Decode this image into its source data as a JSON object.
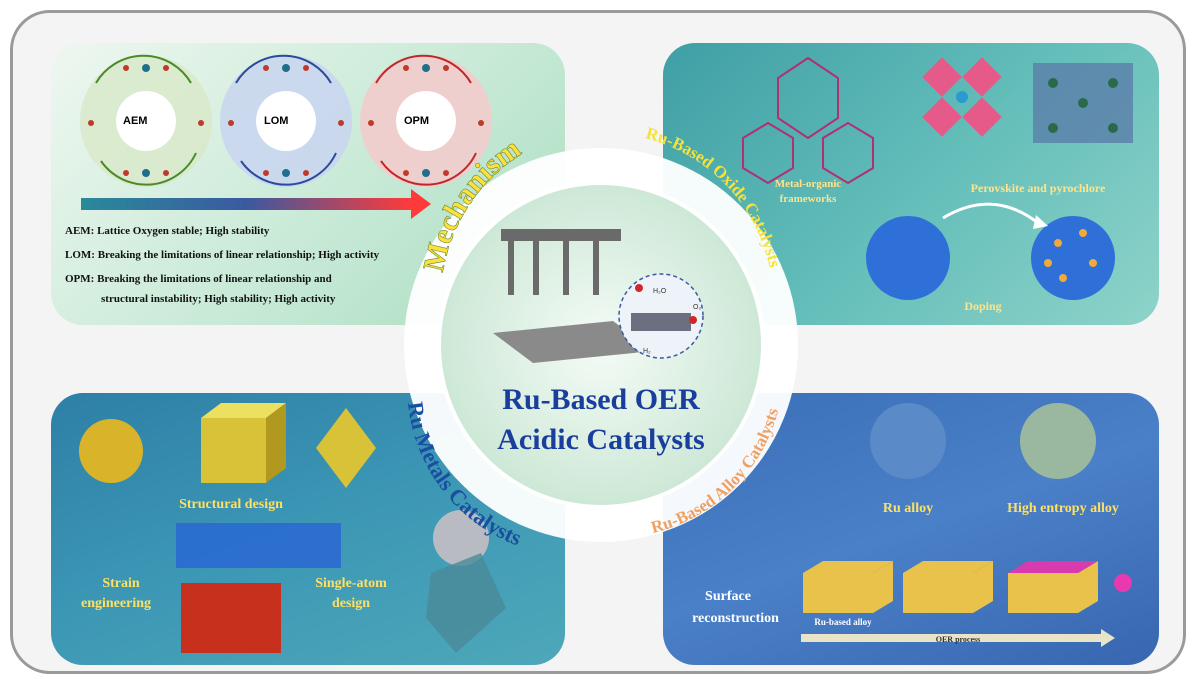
{
  "center": {
    "title_line1": "Ru-Based OER",
    "title_line2": "Acidic Catalysts",
    "label_h2o": "H₂O",
    "label_o2": "O₂",
    "label_h2": "H₂"
  },
  "mechanism": {
    "ring_title": "Mechanism",
    "cycles": [
      "AEM",
      "LOM",
      "OPM"
    ],
    "notes": [
      "AEM: Lattice Oxygen stable; High stability",
      "LOM: Breaking the limitations of linear relationship; High activity",
      "OPM: Breaking the limitations of linear relationship and",
      "structural instability; High stability; High activity"
    ]
  },
  "oxide": {
    "ring_title": "Ru-Based Oxide Catalysts",
    "items": [
      "Metal-organic",
      "frameworks",
      "Perovskite and pyrochlore",
      "Doping"
    ]
  },
  "metals": {
    "ring_title": "Ru Metals Catalysts",
    "items": [
      "Structural design",
      "Strain",
      "engineering",
      "Single-atom",
      "design"
    ]
  },
  "alloy": {
    "ring_title": "Ru-Based Alloy Catalysts",
    "items": [
      "Ru alloy",
      "High entropy alloy",
      "Surface",
      "reconstruction",
      "Ru-based alloy",
      "OER process"
    ]
  },
  "colors": {
    "mechanism_ring": "#ffe03a",
    "oxide_ring": "#f5e23a",
    "metals_ring": "#ffffff",
    "alloy_ring": "#f0a060"
  }
}
